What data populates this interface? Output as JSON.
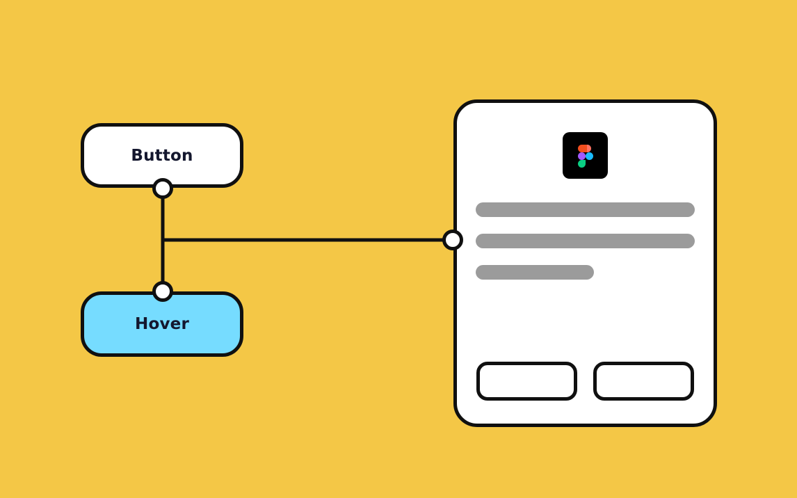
{
  "colors": {
    "background": "#f4c746",
    "stroke": "#101010",
    "node_default_fill": "#ffffff",
    "node_hover_fill": "#76dcff",
    "card_fill": "#ffffff",
    "skeleton_line": "#9b9b9b",
    "app_icon_bg": "#000000"
  },
  "nodes": {
    "button": {
      "label": "Button"
    },
    "hover": {
      "label": "Hover"
    }
  },
  "card": {
    "icon": "figma-logo-icon",
    "skeleton_lines": 3,
    "footer_buttons": 2
  }
}
